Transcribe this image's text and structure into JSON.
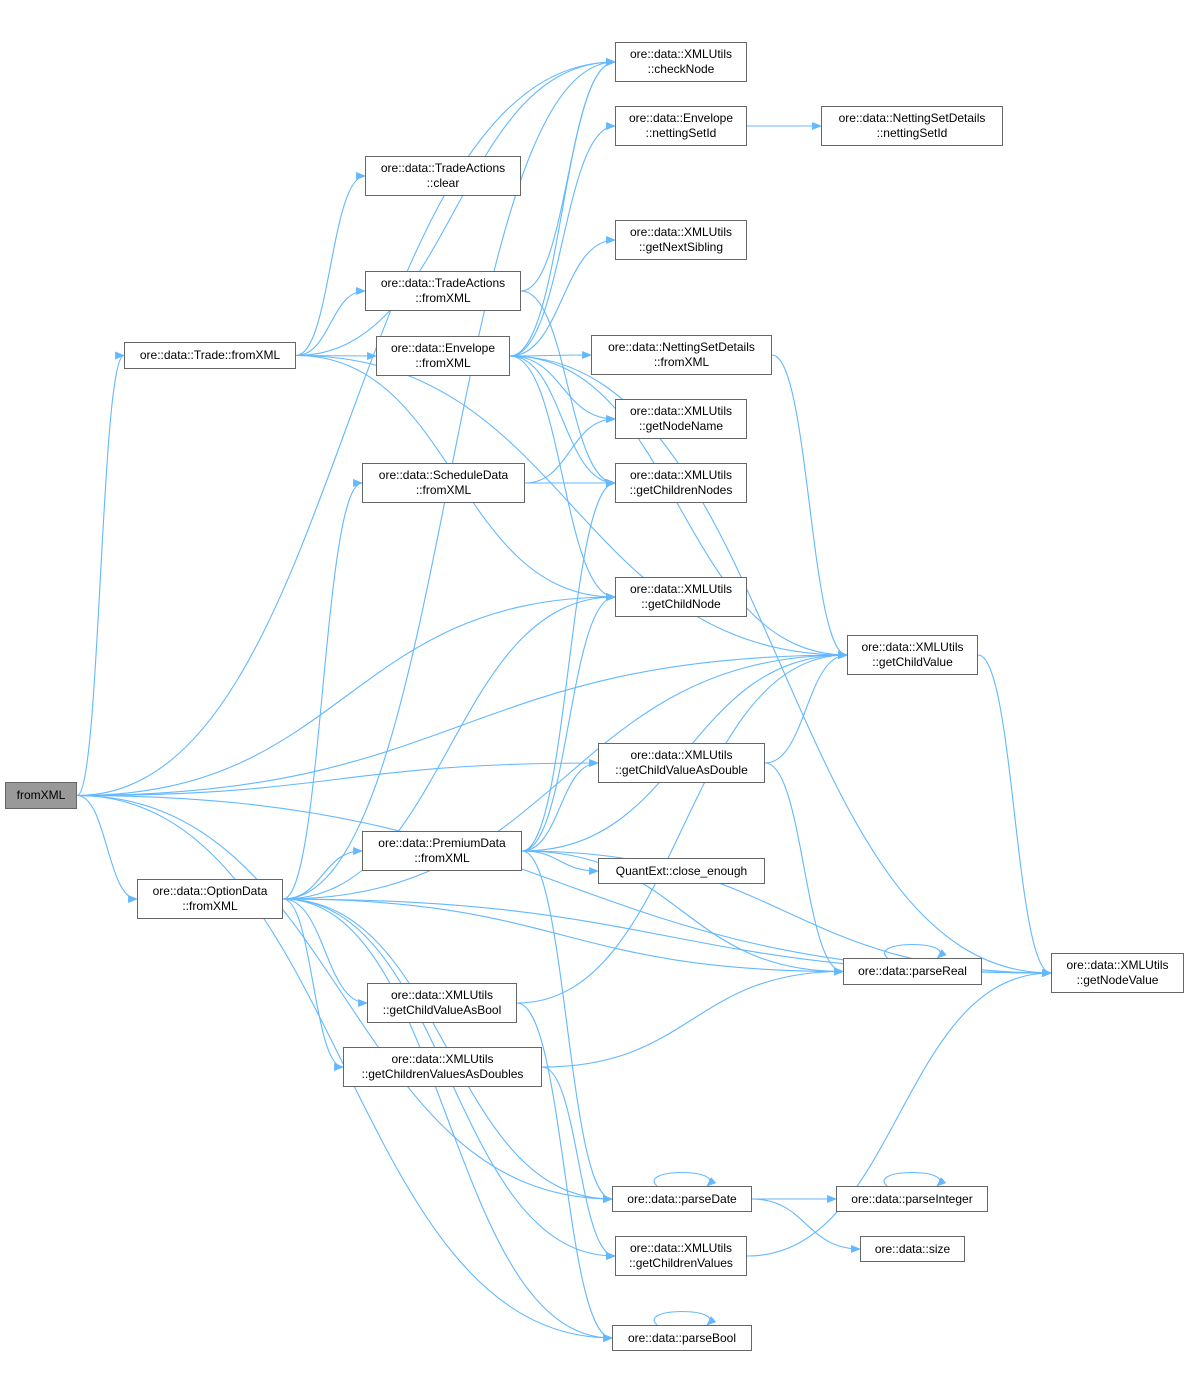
{
  "graph": {
    "edge_color": "#63b8ff",
    "root_fill": "#999999",
    "nodes": [
      {
        "id": "root",
        "l1": "fromXML",
        "l2": ""
      },
      {
        "id": "trade",
        "l1": "ore::data::Trade::fromXML",
        "l2": ""
      },
      {
        "id": "taclear",
        "l1": "ore::data::TradeActions",
        "l2": "::clear"
      },
      {
        "id": "tafrom",
        "l1": "ore::data::TradeActions",
        "l2": "::fromXML"
      },
      {
        "id": "envfrom",
        "l1": "ore::data::Envelope",
        "l2": "::fromXML"
      },
      {
        "id": "sched",
        "l1": "ore::data::ScheduleData",
        "l2": "::fromXML"
      },
      {
        "id": "option",
        "l1": "ore::data::OptionData",
        "l2": "::fromXML"
      },
      {
        "id": "premium",
        "l1": "ore::data::PremiumData",
        "l2": "::fromXML"
      },
      {
        "id": "cvbool",
        "l1": "ore::data::XMLUtils",
        "l2": "::getChildValueAsBool"
      },
      {
        "id": "cvsdoubles",
        "l1": "ore::data::XMLUtils",
        "l2": "::getChildrenValuesAsDoubles"
      },
      {
        "id": "checknode",
        "l1": "ore::data::XMLUtils",
        "l2": "::checkNode"
      },
      {
        "id": "envnsid",
        "l1": "ore::data::Envelope",
        "l2": "::nettingSetId"
      },
      {
        "id": "nsdnsid",
        "l1": "ore::data::NettingSetDetails",
        "l2": "::nettingSetId"
      },
      {
        "id": "nextsib",
        "l1": "ore::data::XMLUtils",
        "l2": "::getNextSibling"
      },
      {
        "id": "nsdfrom",
        "l1": "ore::data::NettingSetDetails",
        "l2": "::fromXML"
      },
      {
        "id": "nodename",
        "l1": "ore::data::XMLUtils",
        "l2": "::getNodeName"
      },
      {
        "id": "childrennodes",
        "l1": "ore::data::XMLUtils",
        "l2": "::getChildrenNodes"
      },
      {
        "id": "childnode",
        "l1": "ore::data::XMLUtils",
        "l2": "::getChildNode"
      },
      {
        "id": "childvalue",
        "l1": "ore::data::XMLUtils",
        "l2": "::getChildValue"
      },
      {
        "id": "cvdouble",
        "l1": "ore::data::XMLUtils",
        "l2": "::getChildValueAsDouble"
      },
      {
        "id": "closeenough",
        "l1": "QuantExt::close_enough",
        "l2": ""
      },
      {
        "id": "parsereal",
        "l1": "ore::data::parseReal",
        "l2": ""
      },
      {
        "id": "nodevalue",
        "l1": "ore::data::XMLUtils",
        "l2": "::getNodeValue"
      },
      {
        "id": "parsedate",
        "l1": "ore::data::parseDate",
        "l2": ""
      },
      {
        "id": "parseint",
        "l1": "ore::data::parseInteger",
        "l2": ""
      },
      {
        "id": "size",
        "l1": "ore::data::size",
        "l2": ""
      },
      {
        "id": "childrenvalues",
        "l1": "ore::data::XMLUtils",
        "l2": "::getChildrenValues"
      },
      {
        "id": "parsebool",
        "l1": "ore::data::parseBool",
        "l2": ""
      }
    ],
    "edges": [
      [
        "root",
        "trade"
      ],
      [
        "root",
        "checknode"
      ],
      [
        "root",
        "childnode"
      ],
      [
        "root",
        "cvdouble"
      ],
      [
        "root",
        "option"
      ],
      [
        "root",
        "parsedate"
      ],
      [
        "root",
        "parsebool"
      ],
      [
        "root",
        "nodevalue"
      ],
      [
        "root",
        "childvalue"
      ],
      [
        "trade",
        "checknode"
      ],
      [
        "trade",
        "taclear"
      ],
      [
        "trade",
        "tafrom"
      ],
      [
        "trade",
        "envfrom"
      ],
      [
        "trade",
        "childnode"
      ],
      [
        "trade",
        "childvalue"
      ],
      [
        "tafrom",
        "checknode"
      ],
      [
        "tafrom",
        "childrennodes"
      ],
      [
        "envfrom",
        "checknode"
      ],
      [
        "envfrom",
        "envnsid"
      ],
      [
        "envfrom",
        "nodevalue"
      ],
      [
        "envfrom",
        "nextsib"
      ],
      [
        "envfrom",
        "childvalue"
      ],
      [
        "envfrom",
        "nsdfrom"
      ],
      [
        "envfrom",
        "nodename"
      ],
      [
        "envfrom",
        "childrennodes"
      ],
      [
        "envfrom",
        "childnode"
      ],
      [
        "envnsid",
        "nsdnsid"
      ],
      [
        "nsdfrom",
        "childvalue"
      ],
      [
        "sched",
        "nodename"
      ],
      [
        "sched",
        "childrennodes"
      ],
      [
        "option",
        "checknode"
      ],
      [
        "option",
        "sched"
      ],
      [
        "option",
        "childnode"
      ],
      [
        "option",
        "childvalue"
      ],
      [
        "option",
        "premium"
      ],
      [
        "option",
        "parsereal"
      ],
      [
        "option",
        "cvbool"
      ],
      [
        "option",
        "cvsdoubles"
      ],
      [
        "option",
        "nodevalue"
      ],
      [
        "option",
        "parsedate"
      ],
      [
        "option",
        "childrenvalues"
      ],
      [
        "option",
        "parsebool"
      ],
      [
        "premium",
        "childrennodes"
      ],
      [
        "premium",
        "childnode"
      ],
      [
        "premium",
        "childvalue"
      ],
      [
        "premium",
        "cvdouble"
      ],
      [
        "premium",
        "closeenough"
      ],
      [
        "premium",
        "nodevalue"
      ],
      [
        "premium",
        "parsereal"
      ],
      [
        "premium",
        "parsedate"
      ],
      [
        "cvdouble",
        "childvalue"
      ],
      [
        "cvdouble",
        "parsereal"
      ],
      [
        "childvalue",
        "nodevalue"
      ],
      [
        "cvbool",
        "childvalue"
      ],
      [
        "cvbool",
        "parsebool"
      ],
      [
        "cvsdoubles",
        "parsereal"
      ],
      [
        "cvsdoubles",
        "childrenvalues"
      ],
      [
        "parsedate",
        "parseint"
      ],
      [
        "parsedate",
        "size"
      ],
      [
        "parsedate",
        "parsedate"
      ],
      [
        "childrenvalues",
        "nodevalue"
      ],
      [
        "parsereal",
        "parsereal"
      ],
      [
        "parseint",
        "parseint"
      ],
      [
        "parsebool",
        "parsebool"
      ]
    ]
  }
}
